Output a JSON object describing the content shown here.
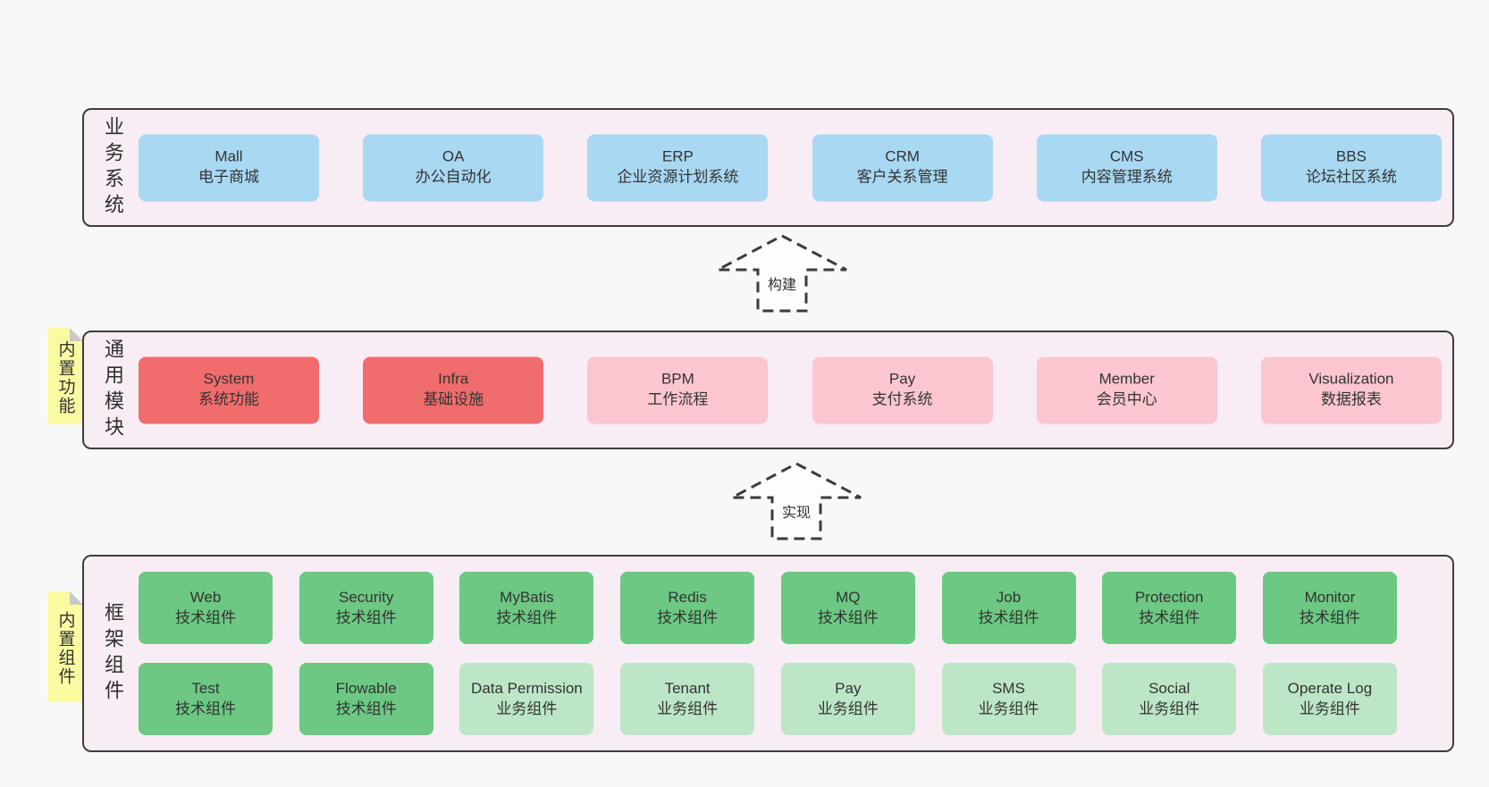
{
  "colors": {
    "page-bg": "#f8f8f8",
    "panel-bg": "#f8ecf5",
    "panel-border": "#3d3d3d",
    "blue": "#a8d8f2",
    "red": "#f16c6c",
    "pink": "#fbc6d0",
    "green": "#6cc882",
    "green-light": "#bde6c7",
    "sticky": "#fafaa3",
    "fold": "#c8c8c8",
    "text": "#333333"
  },
  "panels": [
    {
      "label": "业务系统",
      "boxes": [
        {
          "en": "Mall",
          "zh": "电子商城",
          "variant": "blue"
        },
        {
          "en": "OA",
          "zh": "办公自动化",
          "variant": "blue"
        },
        {
          "en": "ERP",
          "zh": "企业资源计划系统",
          "variant": "blue"
        },
        {
          "en": "CRM",
          "zh": "客户关系管理",
          "variant": "blue"
        },
        {
          "en": "CMS",
          "zh": "内容管理系统",
          "variant": "blue"
        },
        {
          "en": "BBS",
          "zh": "论坛社区系统",
          "variant": "blue"
        }
      ]
    },
    {
      "label": "通用模块",
      "sticky": "内置功能",
      "boxes": [
        {
          "en": "System",
          "zh": "系统功能",
          "variant": "red"
        },
        {
          "en": "Infra",
          "zh": "基础设施",
          "variant": "red"
        },
        {
          "en": "BPM",
          "zh": "工作流程",
          "variant": "pink"
        },
        {
          "en": "Pay",
          "zh": "支付系统",
          "variant": "pink"
        },
        {
          "en": "Member",
          "zh": "会员中心",
          "variant": "pink"
        },
        {
          "en": "Visualization",
          "zh": "数据报表",
          "variant": "pink"
        }
      ]
    },
    {
      "label": "框架组件",
      "sticky": "内置组件",
      "rows": [
        [
          {
            "en": "Web",
            "zh": "技术组件",
            "variant": "green"
          },
          {
            "en": "Security",
            "zh": "技术组件",
            "variant": "green"
          },
          {
            "en": "MyBatis",
            "zh": "技术组件",
            "variant": "green"
          },
          {
            "en": "Redis",
            "zh": "技术组件",
            "variant": "green"
          },
          {
            "en": "MQ",
            "zh": "技术组件",
            "variant": "green"
          },
          {
            "en": "Job",
            "zh": "技术组件",
            "variant": "green"
          },
          {
            "en": "Protection",
            "zh": "技术组件",
            "variant": "green"
          },
          {
            "en": "Monitor",
            "zh": "技术组件",
            "variant": "green"
          }
        ],
        [
          {
            "en": "Test",
            "zh": "技术组件",
            "variant": "green"
          },
          {
            "en": "Flowable",
            "zh": "技术组件",
            "variant": "green"
          },
          {
            "en": "Data Permission",
            "zh": "业务组件",
            "variant": "green-light"
          },
          {
            "en": "Tenant",
            "zh": "业务组件",
            "variant": "green-light"
          },
          {
            "en": "Pay",
            "zh": "业务组件",
            "variant": "green-light"
          },
          {
            "en": "SMS",
            "zh": "业务组件",
            "variant": "green-light"
          },
          {
            "en": "Social",
            "zh": "业务组件",
            "variant": "green-light"
          },
          {
            "en": "Operate Log",
            "zh": "业务组件",
            "variant": "green-light"
          }
        ]
      ]
    }
  ],
  "arrows": [
    {
      "label": "构建"
    },
    {
      "label": "实现"
    }
  ]
}
